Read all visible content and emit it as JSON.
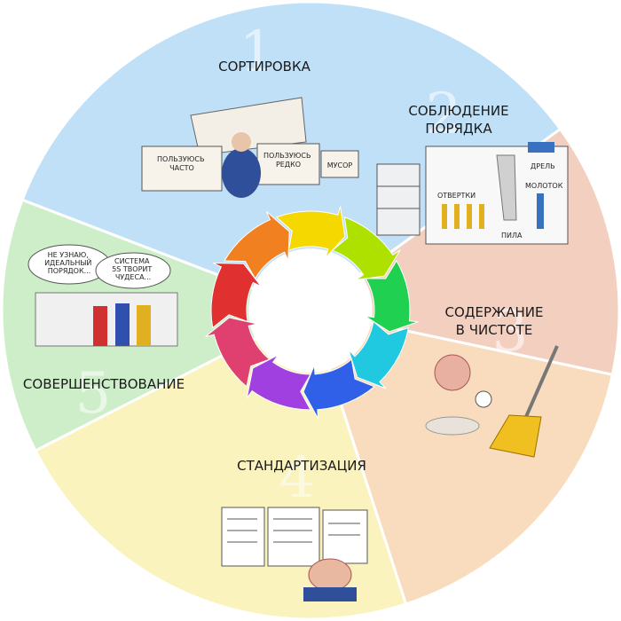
{
  "diagram": {
    "segments": [
      {
        "number": "1",
        "label_lines": [
          "СОРТИРОВКА"
        ],
        "color": "#bfe0f7"
      },
      {
        "number": "2",
        "label_lines": [
          "СОБЛЮДЕНИЕ",
          "ПОРЯДКА"
        ],
        "color": "#f3cfc0"
      },
      {
        "number": "3",
        "label_lines": [
          "СОДЕРЖАНИЕ",
          "В ЧИСТОТЕ"
        ],
        "color": "#f8dcbd"
      },
      {
        "number": "4",
        "label_lines": [
          "СТАНДАРТИЗАЦИЯ"
        ],
        "color": "#faf3bd"
      },
      {
        "number": "5",
        "label_lines": [
          "СОВЕРШЕНСТВОВАНИЕ"
        ],
        "color": "#cdeec9"
      }
    ],
    "sorting_boxes": [
      "ПОЛЬЗУЮСЬ ЧАСТО",
      "ПОЛЬЗУЮСЬ РЕДКО",
      "МУСОР"
    ],
    "tool_labels": [
      "ДРЕЛЬ",
      "МОЛОТОК",
      "ОТВЕРТКИ",
      "ПИЛА"
    ],
    "speech_bubbles": [
      "НЕ УЗНАЮ, ИДЕАЛЬНЫЙ ПОРЯДОК...",
      "СИСТЕМА 5S ТВОРИТ ЧУДЕСА..."
    ],
    "arrow_colors": [
      "#f5d800",
      "#aee000",
      "#20d050",
      "#20c8e0",
      "#3060e8",
      "#a040e0",
      "#e04070",
      "#e03030",
      "#f08020"
    ]
  }
}
